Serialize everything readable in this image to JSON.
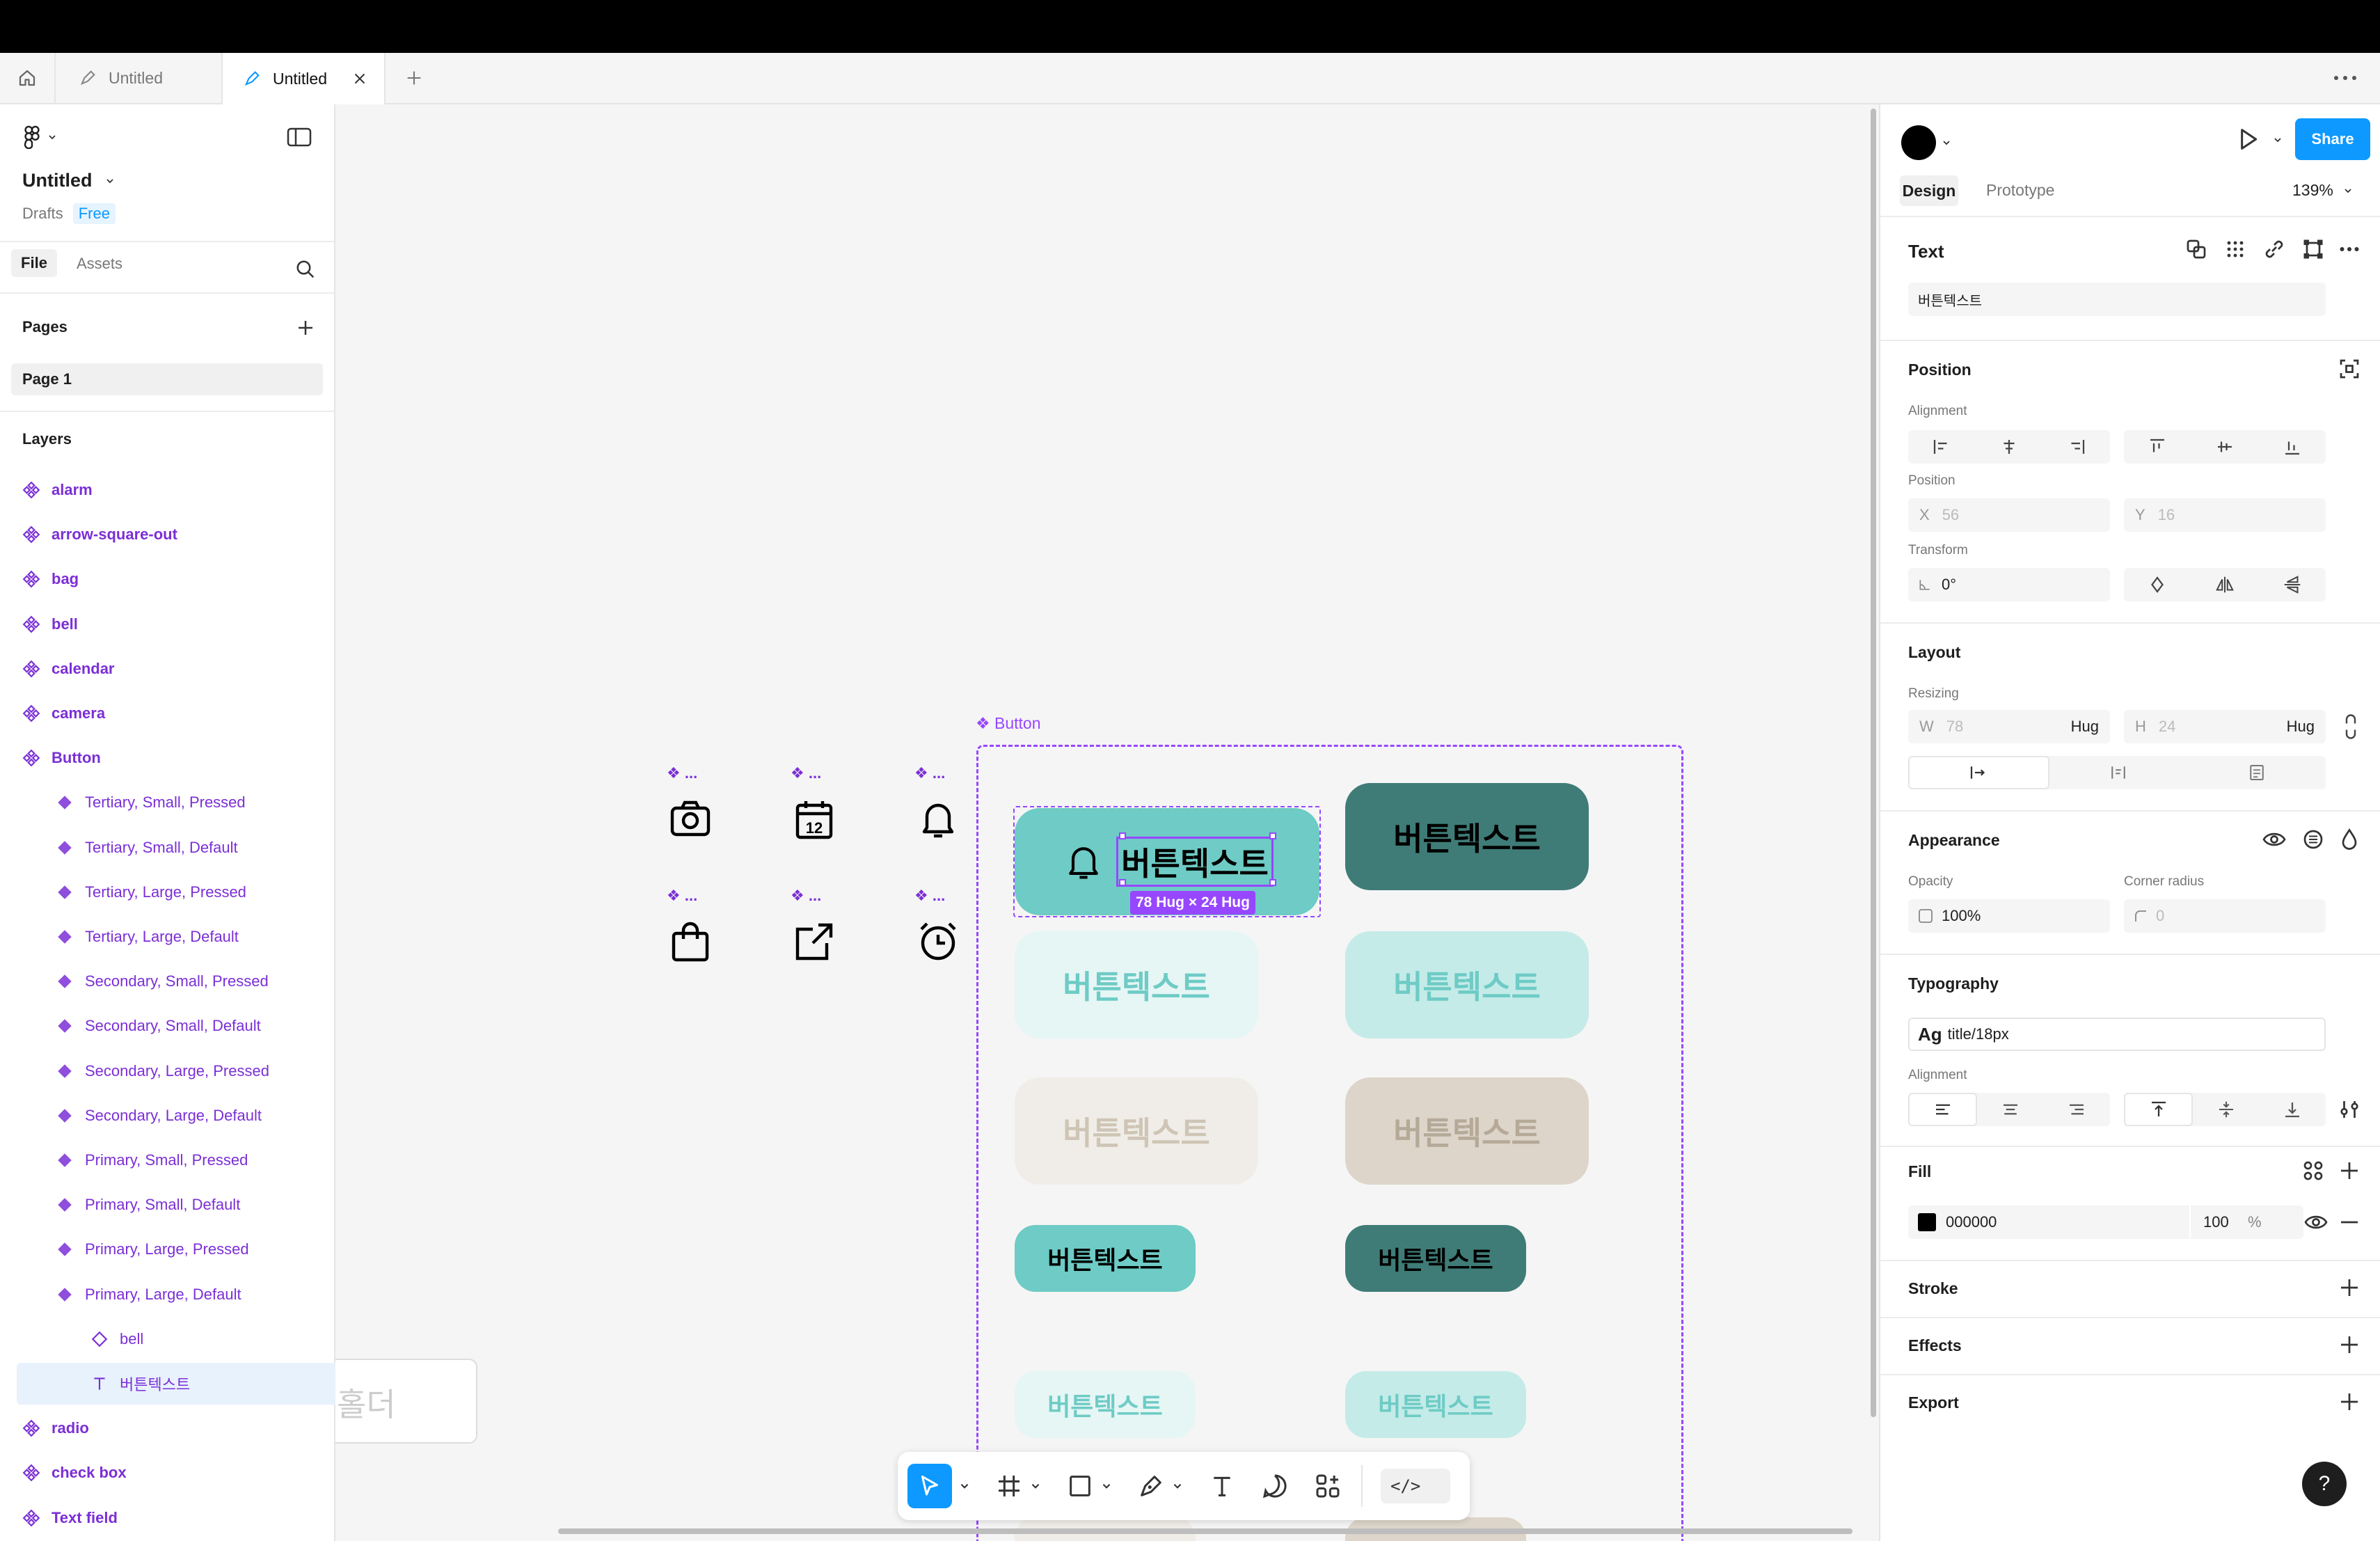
{
  "tabs": {
    "home_tab": "",
    "tab1": "Untitled",
    "tab2": "Untitled"
  },
  "file": {
    "title": "Untitled",
    "drafts": "Drafts",
    "plan": "Free"
  },
  "left_tabs": {
    "file": "File",
    "assets": "Assets"
  },
  "pages": {
    "header": "Pages",
    "items": [
      {
        "label": "Page 1"
      }
    ]
  },
  "layers": {
    "header": "Layers",
    "items": [
      {
        "label": "alarm"
      },
      {
        "label": "arrow-square-out"
      },
      {
        "label": "bag"
      },
      {
        "label": "bell"
      },
      {
        "label": "calendar"
      },
      {
        "label": "camera"
      },
      {
        "label": "Button"
      },
      {
        "label": "Tertiary, Small, Pressed"
      },
      {
        "label": "Tertiary, Small, Default"
      },
      {
        "label": "Tertiary, Large, Pressed"
      },
      {
        "label": "Tertiary, Large, Default"
      },
      {
        "label": "Secondary, Small, Pressed"
      },
      {
        "label": "Secondary, Small, Default"
      },
      {
        "label": "Secondary, Large, Pressed"
      },
      {
        "label": "Secondary, Large, Default"
      },
      {
        "label": "Primary, Small, Pressed"
      },
      {
        "label": "Primary, Small, Default"
      },
      {
        "label": "Primary, Large, Pressed"
      },
      {
        "label": "Primary, Large, Default"
      },
      {
        "label": "bell"
      },
      {
        "label": "버튼텍스트"
      },
      {
        "label": "radio"
      },
      {
        "label": "check box"
      },
      {
        "label": "Text field"
      }
    ]
  },
  "canvas": {
    "frame_label": "Button",
    "icon_labels": [
      "...",
      "...",
      "...",
      "...",
      "...",
      "..."
    ],
    "button_text": "버튼텍스트",
    "size_badge": "78 Hug × 24 Hug",
    "placeholder_fragment": "홀더"
  },
  "toolbar": {
    "code": "</>"
  },
  "right": {
    "share": "Share",
    "tabs": {
      "design": "Design",
      "prototype": "Prototype"
    },
    "zoom": "139%",
    "layer_type": "Text",
    "layer_name": "버튼텍스트",
    "position": {
      "header": "Position",
      "alignment": "Alignment",
      "position_label": "Position",
      "x_prefix": "X",
      "x": "56",
      "y_prefix": "Y",
      "y": "16",
      "transform": "Transform",
      "rotation": "0°"
    },
    "layout": {
      "header": "Layout",
      "resizing": "Resizing",
      "w_prefix": "W",
      "w": "78",
      "w_mode": "Hug",
      "h_prefix": "H",
      "h": "24",
      "h_mode": "Hug"
    },
    "appearance": {
      "header": "Appearance",
      "opacity_label": "Opacity",
      "opacity": "100%",
      "radius_label": "Corner radius",
      "radius": "0"
    },
    "typography": {
      "header": "Typography",
      "style_prefix": "Ag",
      "style": "title/18px",
      "alignment": "Alignment"
    },
    "fill": {
      "header": "Fill",
      "hex": "000000",
      "opacity": "100",
      "unit": "%",
      "color": "#000000"
    },
    "stroke": {
      "header": "Stroke"
    },
    "effects": {
      "header": "Effects"
    },
    "export": {
      "header": "Export"
    },
    "help": "?"
  },
  "colors": {
    "accent_blue": "#0d99ff",
    "component_purple": "#7b2fd6",
    "primary": "#6ecbc5",
    "primary_pressed": "#3f7c77",
    "secondary": "#e5f6f5",
    "secondary_pressed": "#c4ebe8",
    "tertiary": "#f0ede8",
    "tertiary_pressed": "#ddd5ca"
  }
}
